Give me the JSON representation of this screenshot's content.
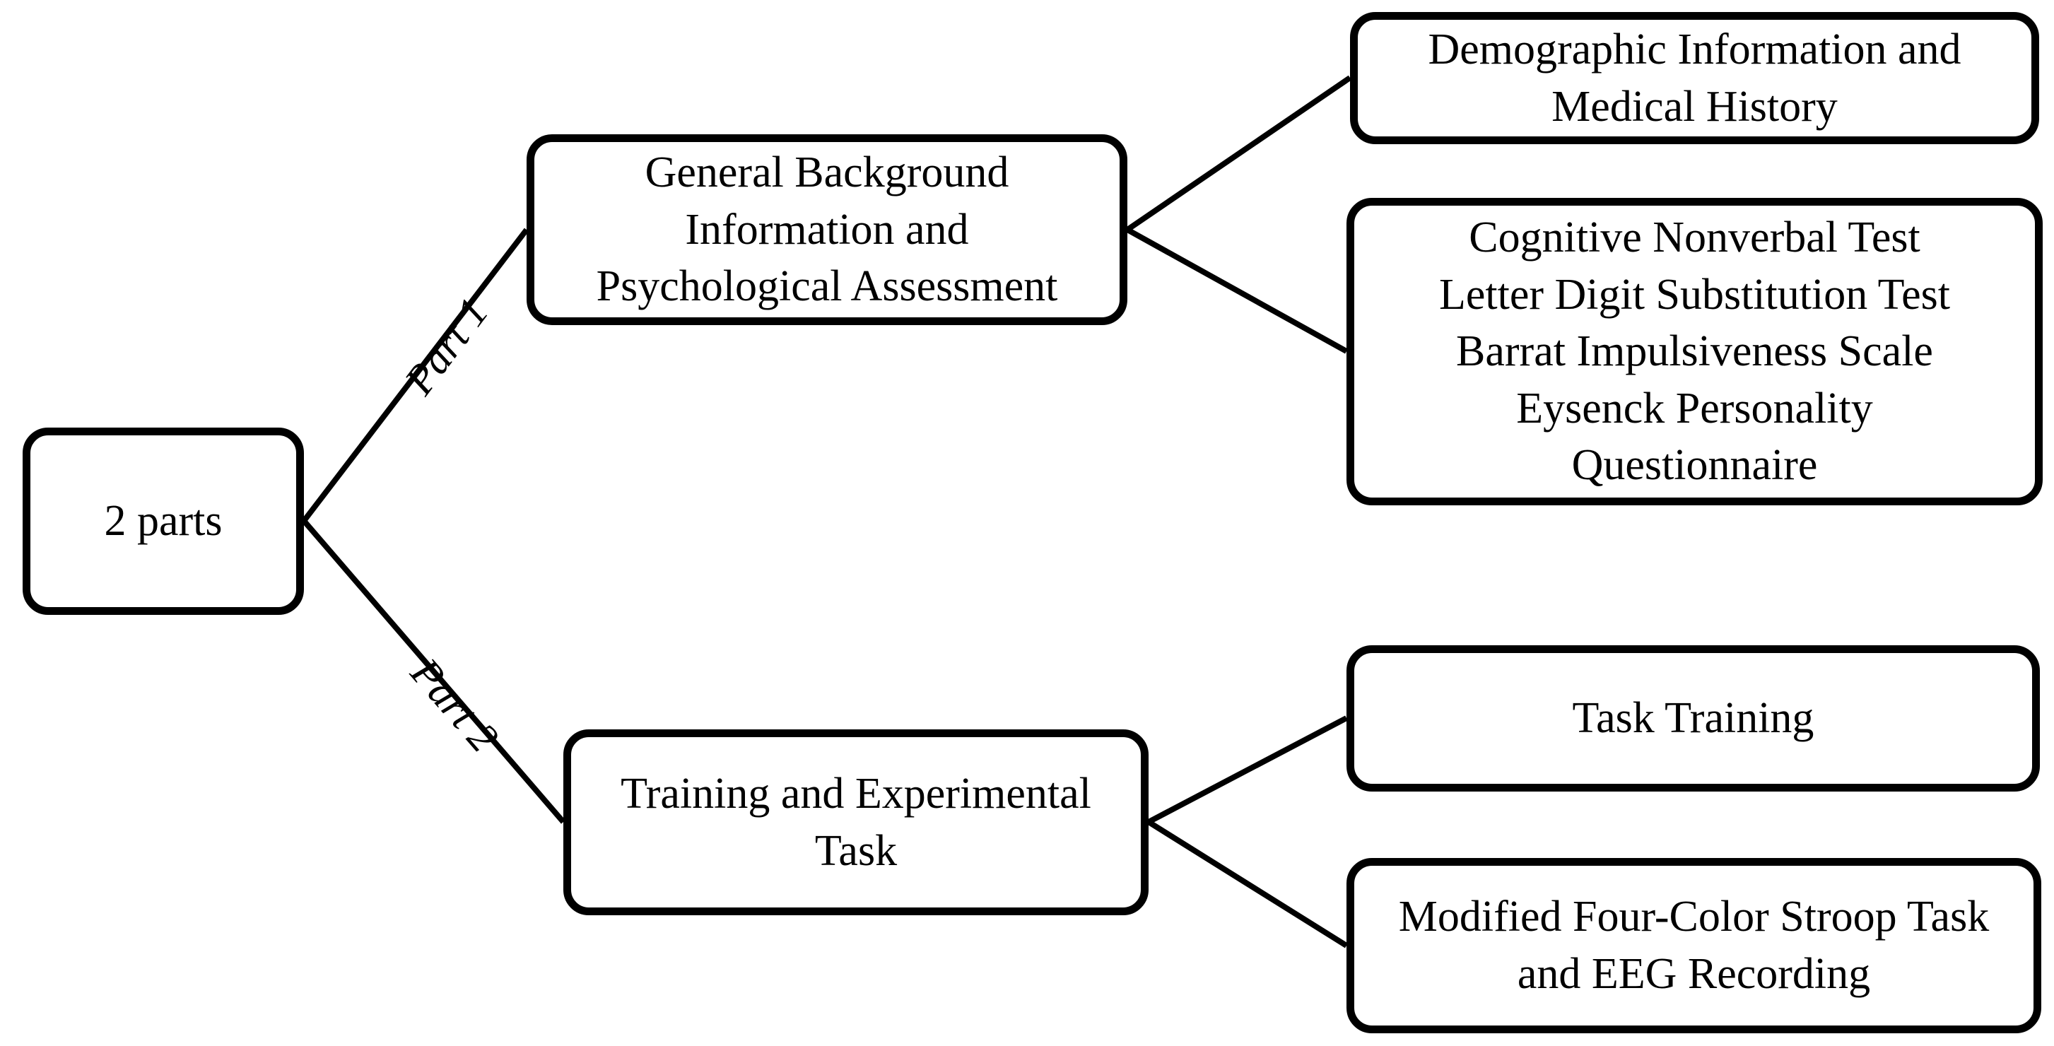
{
  "colors": {
    "ink": "#000000",
    "background": "#ffffff"
  },
  "diagram": {
    "root_box": {
      "label": "2 parts"
    },
    "branches": [
      {
        "label": "Part 1"
      },
      {
        "label": "Part 2"
      }
    ],
    "part1": {
      "main_box": {
        "label": "General Background\nInformation and\nPsychological Assessment"
      },
      "children": [
        {
          "label": "Demographic Information and\nMedical History"
        },
        {
          "label": "Cognitive Nonverbal Test\nLetter Digit Substitution Test\nBarrat Impulsiveness Scale\nEysenck Personality\nQuestionnaire"
        }
      ]
    },
    "part2": {
      "main_box": {
        "label": "Training and Experimental\nTask"
      },
      "children": [
        {
          "label": "Task Training"
        },
        {
          "label": "Modified Four-Color Stroop Task\nand EEG Recording"
        }
      ]
    }
  }
}
